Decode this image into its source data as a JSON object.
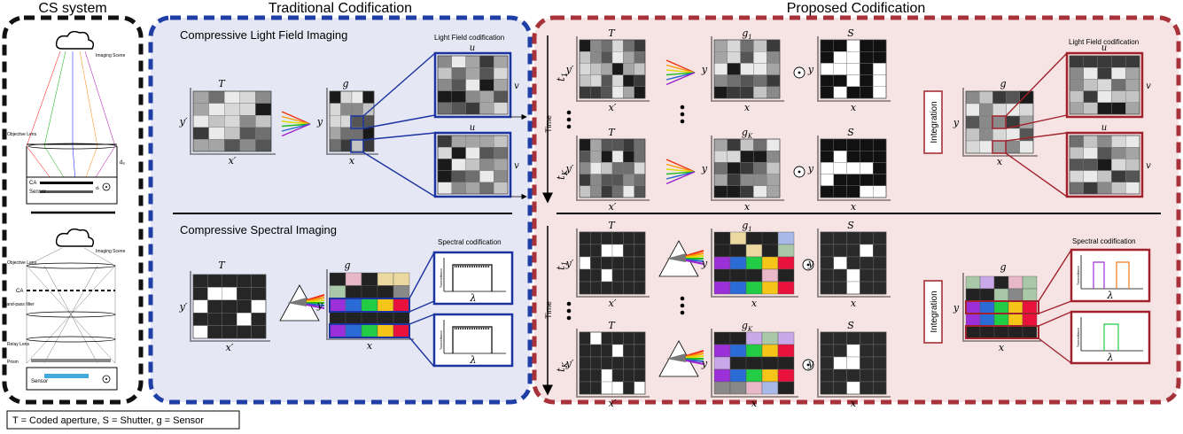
{
  "panels": {
    "cs_system": {
      "title": "CS system"
    },
    "traditional": {
      "title": "Traditional Codification"
    },
    "proposed": {
      "title": "Proposed Codification"
    }
  },
  "traditional": {
    "lf_title": "Compressive Light Field Imaging",
    "spec_title": "Compressive Spectral Imaging",
    "lf_codif": "Light Field codification",
    "spec_codif": "Spectral codification"
  },
  "proposed": {
    "time_label": "Time",
    "integration_label": "Integration",
    "lf_codif": "Light Field codification",
    "spec_codif": "Spectral codification",
    "t1": "t",
    "t1_sub": "1",
    "tK": "t",
    "tK_sub": "K"
  },
  "symbols": {
    "T": "T",
    "g": "g",
    "S": "S",
    "g1": "g",
    "g1_sub": "1",
    "gK": "g",
    "gK_sub": "K",
    "u": "u",
    "v": "v",
    "x": "x",
    "y": "y",
    "xp": "x′",
    "yp": "y′",
    "lambda": "λ",
    "odot": "⊙",
    "dots": "⋮"
  },
  "schematic": {
    "imaging_scene": "Imaging Scene",
    "objective_lens": "Objective Lens",
    "ca": "CA",
    "sensor": "Sensor",
    "da": "dₐ",
    "dl": "dₗ",
    "band_pass": "Band-pass filter",
    "relay_lens": "Relay Lens",
    "prism": "Prism"
  },
  "transmittance_label": "Transmittance",
  "legend": {
    "text": "T = Coded aperture,  S = Shutter,  g = Sensor"
  },
  "colors": {
    "black_dash": "#111111",
    "blue_dash": "#1f3fa6",
    "blue_fill": "#e6e7f5",
    "red_dash": "#a8323a",
    "red_fill": "#f6e4e4",
    "blue_box": "#1b34a0",
    "red_box": "#a1222c"
  }
}
